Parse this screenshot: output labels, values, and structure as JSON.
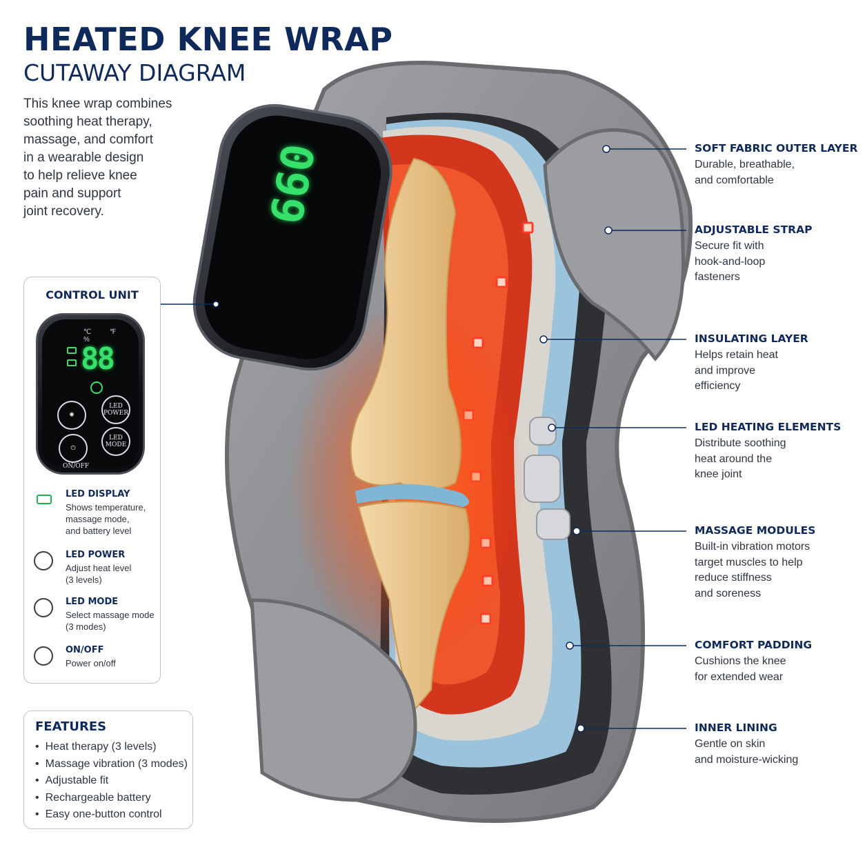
{
  "header": {
    "title": "HEATED KNEE WRAP",
    "subtitle": "CUTAWAY DIAGRAM"
  },
  "intro_lines": [
    "This knee wrap combines",
    "soothing heat therapy,",
    "massage, and comfort",
    "in a wearable design",
    "to help relieve knee",
    "pain and support",
    "joint recovery."
  ],
  "control_unit": {
    "title": "CONTROL UNIT",
    "display_value": "88",
    "device_display_value": "660",
    "unit_marks": "℃ ℉ %",
    "buttons": {
      "led_power": "LED POWER",
      "led_mode": "LED MODE",
      "on_off": "ON/OFF"
    },
    "legend": [
      {
        "name": "LED DISPLAY",
        "desc": [
          "Shows temperature,",
          "massage mode,",
          "and battery level"
        ],
        "icon": "battery-display-icon"
      },
      {
        "name": "LED POWER",
        "desc": [
          "Adjust heat level",
          "(3 levels)"
        ],
        "icon": "heat-level-icon"
      },
      {
        "name": "LED MODE",
        "desc": [
          "Select massage mode",
          "(3 modes)"
        ],
        "icon": "massage-mode-icon"
      },
      {
        "name": "ON/OFF",
        "desc": [
          "Power on/off"
        ],
        "icon": "power-icon"
      }
    ]
  },
  "features": {
    "title": "FEATURES",
    "items": [
      "Heat therapy (3 levels)",
      "Massage vibration (3 modes)",
      "Adjustable fit",
      "Rechargeable battery",
      "Easy one-button control"
    ]
  },
  "callouts": [
    {
      "title": "SOFT FABRIC OUTER LAYER",
      "desc": [
        "Durable, breathable,",
        "and comfortable"
      ]
    },
    {
      "title": "ADJUSTABLE STRAP",
      "desc": [
        "Secure fit with",
        "hook-and-loop",
        "fasteners"
      ]
    },
    {
      "title": "INSULATING LAYER",
      "desc": [
        "Helps retain heat",
        "and improve",
        "efficiency"
      ]
    },
    {
      "title": "LED HEATING ELEMENTS",
      "desc": [
        "Distribute soothing",
        "heat around the",
        "knee joint"
      ]
    },
    {
      "title": "MASSAGE MODULES",
      "desc": [
        "Built-in vibration motors",
        "target muscles to help",
        "reduce stiffness",
        "and soreness"
      ]
    },
    {
      "title": "COMFORT PADDING",
      "desc": [
        "Cushions the knee",
        "for extended wear"
      ]
    },
    {
      "title": "INNER LINING",
      "desc": [
        "Gentle on skin",
        "and moisture-wicking"
      ]
    }
  ],
  "colors": {
    "navy": "#0f2a5a",
    "led_green": "#37e06a",
    "led_red": "#ff3b2a",
    "fabric_gray": "#8f9094"
  }
}
